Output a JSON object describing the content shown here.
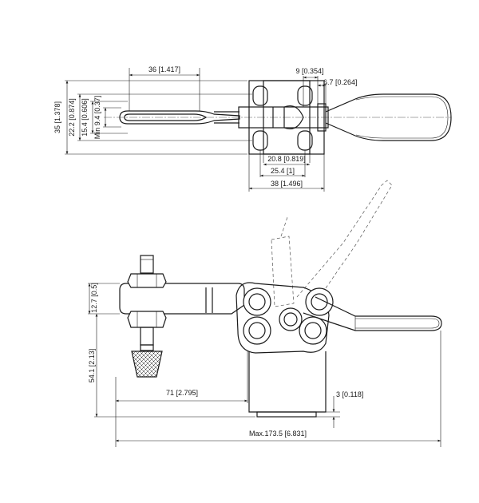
{
  "top_view": {
    "dim_overall_width": "35 [1.378]",
    "dim_hole_spacing": "22.2 [0.874]",
    "dim_spindle_width": "15.4 [0.606]",
    "dim_slot_min": "Min 9.4 [0.37]",
    "dim_slot_length": "36 [1.417]",
    "dim_pivot_offset": "9 [0.354]",
    "dim_hole_dia": "6.7 [0.264]",
    "dim_base_inner": "20.8 [0.819]",
    "dim_base_holes": "25.4 [1]",
    "dim_base_length": "38 [1.496]"
  },
  "side_view": {
    "dim_arm_height": "12.7 [0.5]",
    "dim_height": "54.1 [2.13]",
    "dim_reach": "71 [2.795]",
    "dim_base_thickness": "3 [0.118]",
    "dim_max_length": "Max.173.5 [6.831]"
  },
  "colors": {
    "line": "#1a1a1a",
    "fill_dark": "#2a2a2a",
    "background": "#ffffff"
  }
}
